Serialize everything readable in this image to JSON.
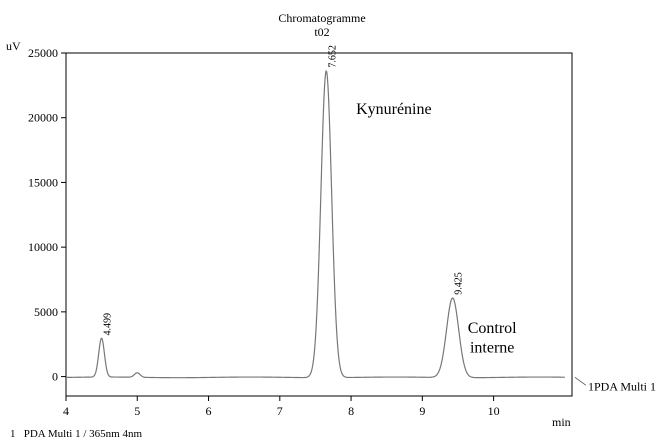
{
  "chart_data": {
    "type": "line",
    "title": "Chromatogramme",
    "subtitle": "t02",
    "ylabel": "uV",
    "xlabel": "min",
    "xlim": [
      4,
      11.1
    ],
    "ylim": [
      -1500,
      25000
    ],
    "x_ticks": [
      4,
      5,
      6,
      7,
      8,
      9,
      10
    ],
    "y_ticks": [
      0,
      5000,
      10000,
      15000,
      20000,
      25000
    ],
    "grid": false,
    "series": [
      {
        "name": "1PDA Multi 1",
        "color": "#777777",
        "baseline": -60,
        "peaks": [
          {
            "rt": 4.499,
            "height": 3000,
            "label": "4.499"
          },
          {
            "rt": 5.0,
            "height": 350,
            "label": ""
          },
          {
            "rt": 7.652,
            "height": 23700,
            "label": "7.652"
          },
          {
            "rt": 9.425,
            "height": 6150,
            "label": "9.425"
          }
        ]
      }
    ],
    "annotations": [
      {
        "text": "Kynurénine",
        "x": 8.6,
        "y": 20300
      },
      {
        "text": "Control",
        "x": 9.98,
        "y": 3350
      },
      {
        "text": "interne",
        "x": 9.98,
        "y": 1850
      }
    ]
  },
  "footer": {
    "number": "1",
    "text": "PDA Multi 1 / 365nm 4nm"
  }
}
